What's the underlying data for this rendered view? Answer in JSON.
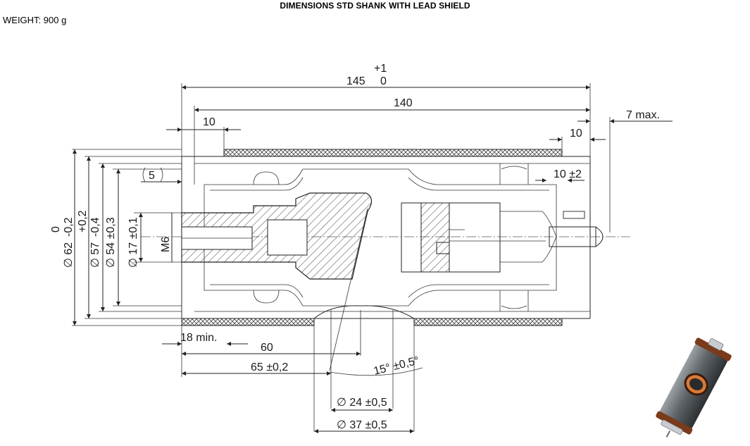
{
  "header": {
    "title": "DIMENSIONS STD SHANK WITH LEAD SHIELD",
    "weight": "WEIGHT: 900 g"
  },
  "dimensions": {
    "overall_length": "145",
    "overall_tol_upper": "+1",
    "overall_tol_lower": "0",
    "length_140": "140",
    "left_10": "10",
    "right_10": "10",
    "right_7max": "7 max.",
    "ref_5": "5",
    "pin_10": "10 ±2",
    "d62": "∅ 62",
    "d62_tol_upper": "0",
    "d62_tol_lower": "-0,2",
    "d57": "∅ 57",
    "d57_tol_upper": "+0,2",
    "d57_tol_lower": "-0,4",
    "d54": "∅ 54 ±0,3",
    "d17": "∅ 17 ±0,1",
    "m6": "M6",
    "min18": "18 min.",
    "len60": "60",
    "len65": "65 ±0,2",
    "angle": "15° ±0,5°",
    "d24": "∅ 24 ±0,5",
    "d37": "∅ 37 ±0,5"
  },
  "icons": {
    "thumbnail": "tube-thumbnail-3d"
  }
}
